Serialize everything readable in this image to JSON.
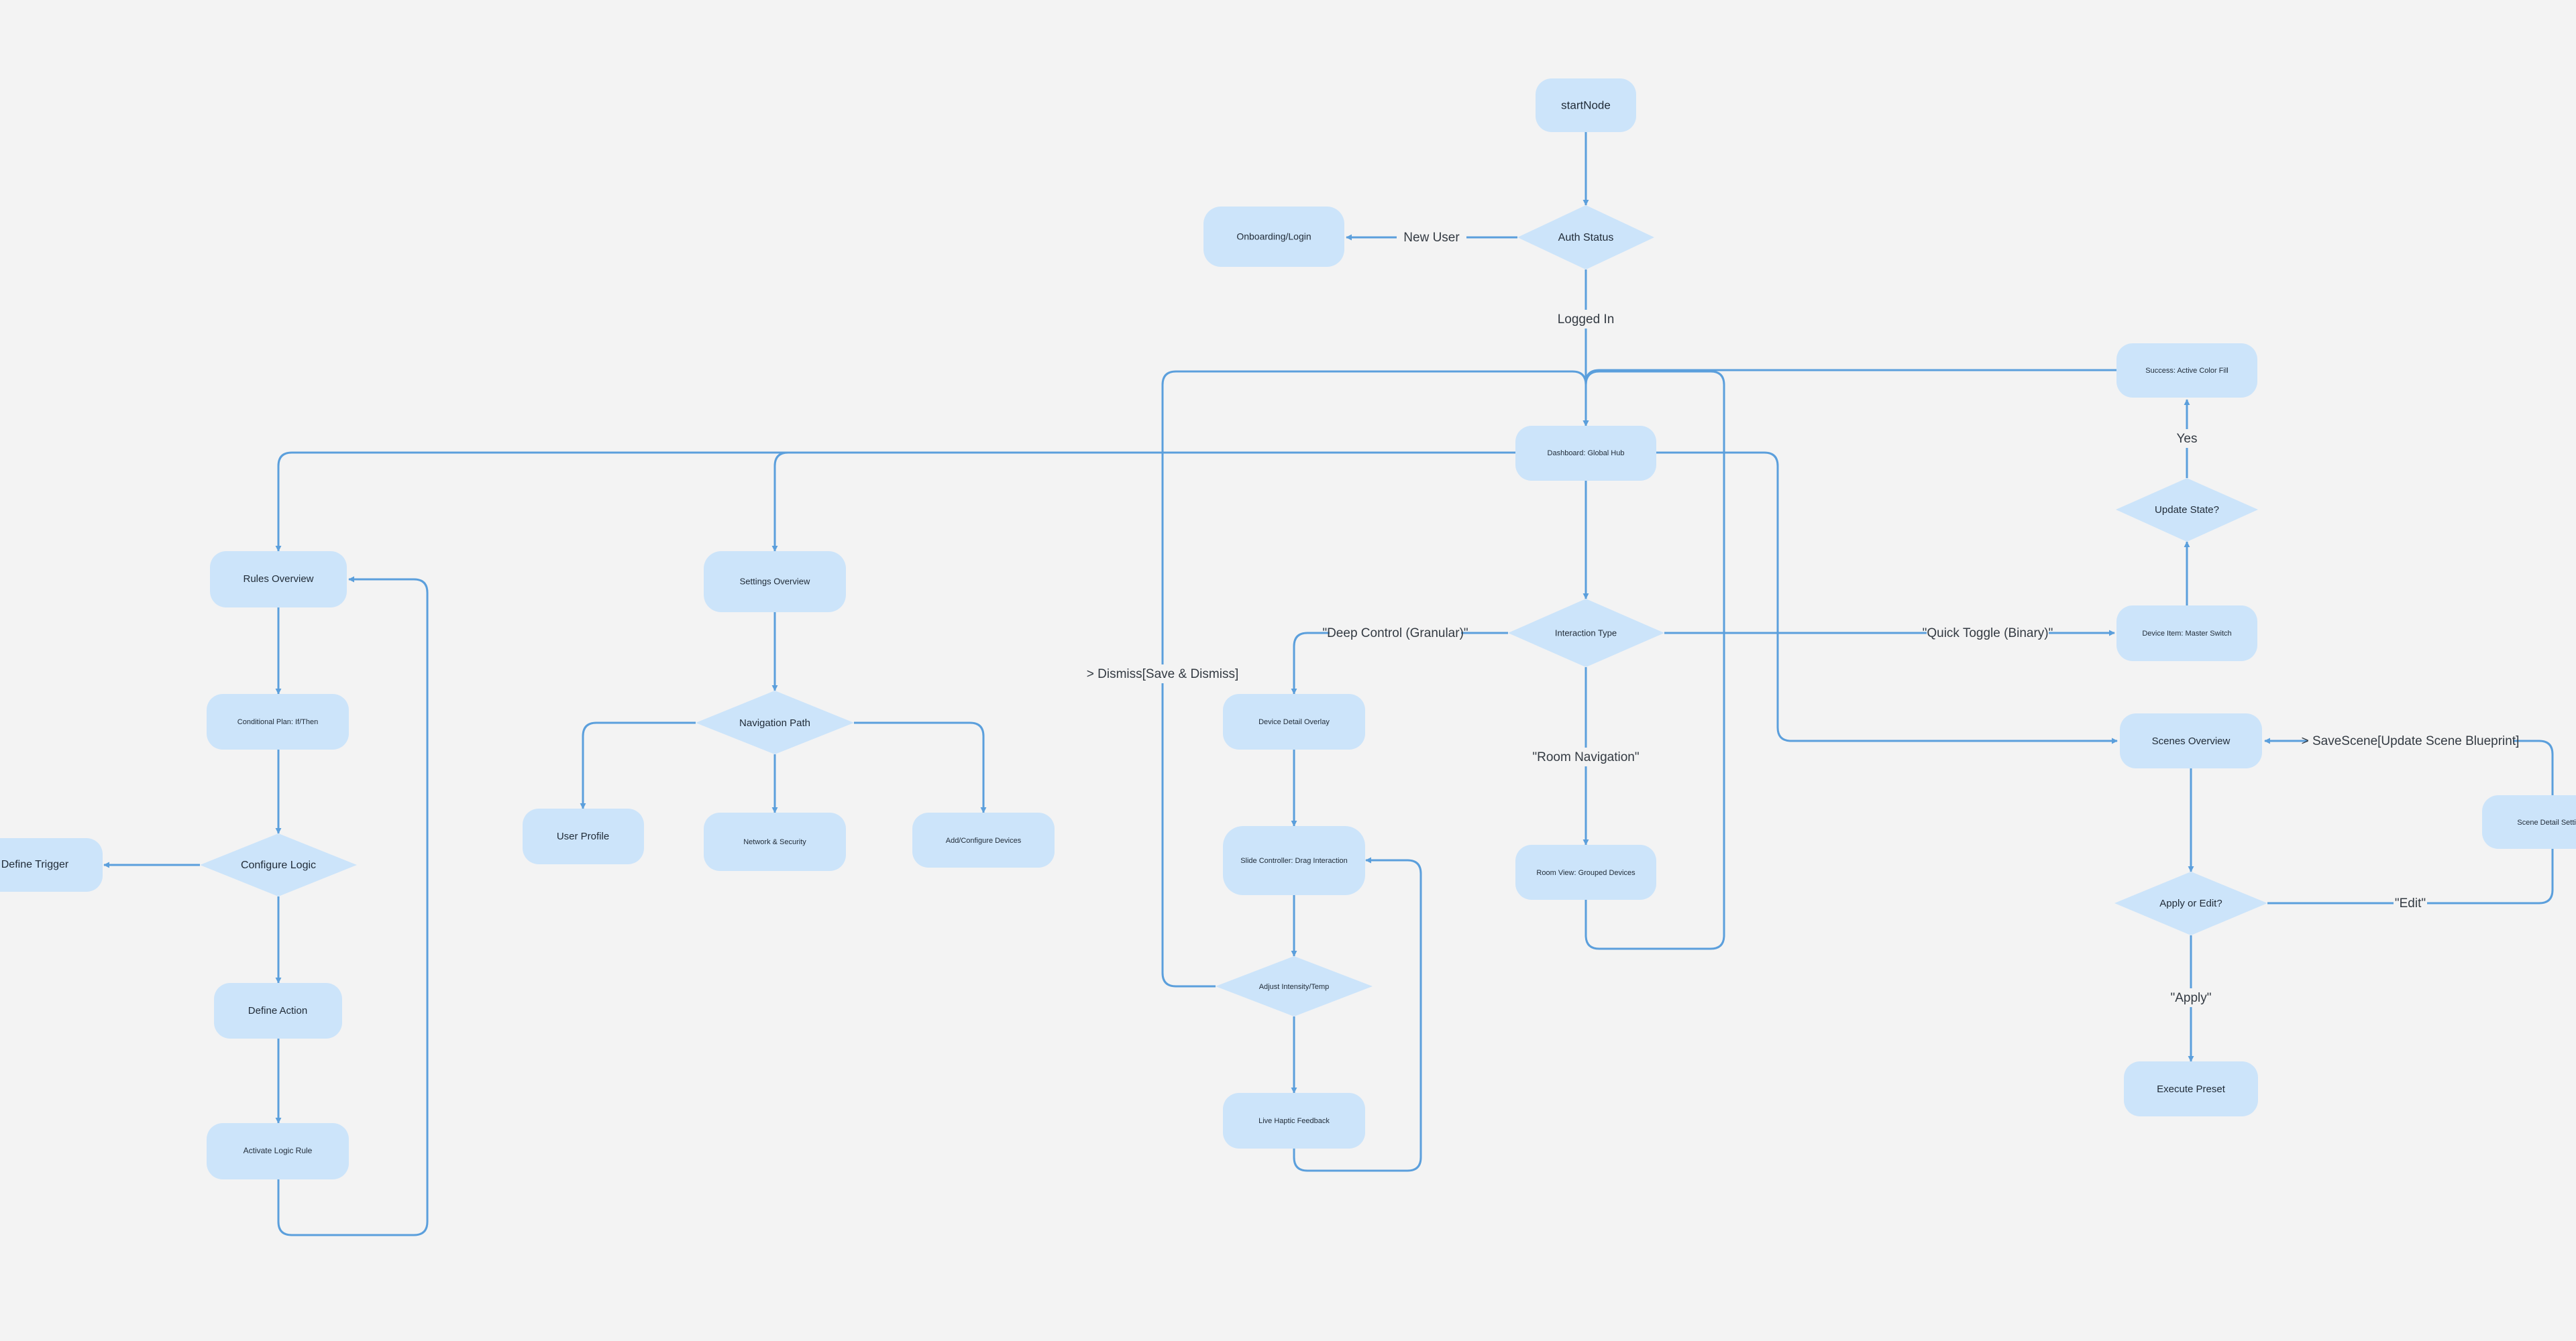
{
  "diagram": {
    "colors": {
      "background": "#f3f3f3",
      "node_fill": "#cce4fa",
      "edge": "#5b9fdc",
      "text": "#1f2a36"
    },
    "nodes": {
      "start": "startNode",
      "auth": "Auth Status",
      "onboarding": "Onboarding/Login",
      "dashboard": "Dashboard: Global Hub",
      "rules": "Rules Overview",
      "conditional": "Conditional Plan: If/Then",
      "configure": "Configure Logic",
      "define_trigger": "Define Trigger",
      "define_action": "Define Action",
      "activate": "Activate Logic Rule",
      "settings": "Settings Overview",
      "nav_path": "Navigation Path",
      "user_profile": "User Profile",
      "network": "Network & Security",
      "add_devices": "Add/Configure Devices",
      "interaction": "Interaction Type",
      "device_detail": "Device Detail Overlay",
      "slider": "Slide Controller: Drag Interaction",
      "adjust": "Adjust Intensity/Temp",
      "haptic": "Live Haptic Feedback",
      "room_view": "Room View: Grouped Devices",
      "success": "Success: Active Color Fill",
      "update_state": "Update State?",
      "master_switch": "Device Item: Master Switch",
      "scenes": "Scenes Overview",
      "apply_edit": "Apply or Edit?",
      "execute": "Execute Preset",
      "scene_detail": "Scene Detail Settings"
    },
    "edge_labels": {
      "new_user": "New User",
      "logged_in": "Logged In",
      "dismiss": "> Dismiss[Save & Dismiss]",
      "deep_control": "\"Deep Control (Granular)\"",
      "quick_toggle": "\"Quick Toggle (Binary)\"",
      "room_navigation": "\"Room Navigation\"",
      "yes": "Yes",
      "save_scene": "> SaveScene[Update Scene Blueprint]",
      "edit": "\"Edit\"",
      "apply": "\"Apply\""
    }
  }
}
